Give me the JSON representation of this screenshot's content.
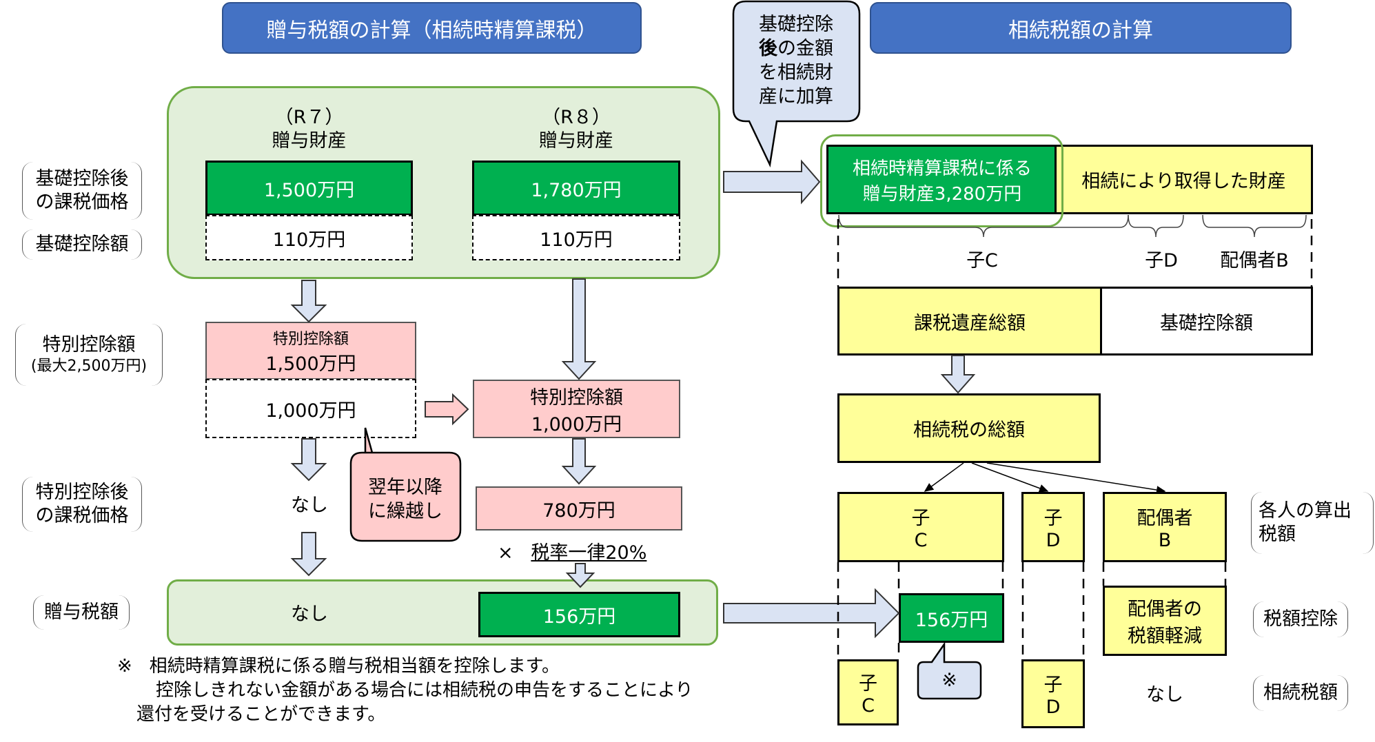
{
  "headers": {
    "gift_tax": "贈与税額の計算（相続時精算課税）",
    "inheritance_tax": "相続税額の計算"
  },
  "left_labels": {
    "after_basic_line1": "基礎控除後",
    "after_basic_line2": "の課税価格",
    "basic_deduction": "基礎控除額",
    "special_line1": "特別控除額",
    "special_line2": "(最大2,500万円)",
    "after_special_line1": "特別控除後",
    "after_special_line2": "の課税価格",
    "gift_tax": "贈与税額"
  },
  "years": [
    {
      "year": "（R７）",
      "label": "贈与財産",
      "taxable": "1,500万円",
      "basic": "110万円"
    },
    {
      "year": "（R８）",
      "label": "贈与財産",
      "taxable": "1,780万円",
      "basic": "110万円"
    }
  ],
  "r7": {
    "special_title": "特別控除額",
    "special_amount": "1,500万円",
    "carry_amount": "1,000万円",
    "after_special": "なし",
    "tax": "なし"
  },
  "carry_bubble": {
    "line1": "翌年以降",
    "line2": "に繰越し"
  },
  "r8": {
    "special_title": "特別控除額",
    "special_amount": "1,000万円",
    "after_special": "780万円",
    "rate_prefix": "×",
    "rate": "税率一律20%",
    "tax": "156万円"
  },
  "note": {
    "mark": "※",
    "line1": "相続時精算課税に係る贈与税相当額を控除します。",
    "line2": "控除しきれない金額がある場合には相続税の申告をすることにより",
    "line3": "還付を受けることができます。"
  },
  "add_bubble": {
    "line1": "基礎控除",
    "line2_bold": "後",
    "line2_rest": "の金額",
    "line3": "を相続財",
    "line4": "産に加算"
  },
  "estate": {
    "gift_line1": "相続時精算課税に係る",
    "gift_line2": "贈与財産3,280万円",
    "inherited": "相続により取得した財産",
    "heirs": [
      "子C",
      "子D",
      "配偶者B"
    ],
    "taxable_total": "課税遺産総額",
    "basic_deduction": "基礎控除額",
    "total_tax": "相続税の総額"
  },
  "individuals": [
    {
      "line1": "子",
      "line2": "C"
    },
    {
      "line1": "子",
      "line2": "D"
    },
    {
      "line1": "配偶者",
      "line2": "B"
    }
  ],
  "right_labels": {
    "computed_line1": "各人の算出",
    "computed_line2": "税額",
    "credit": "税額控除",
    "inheritance_tax": "相続税額"
  },
  "credits": {
    "child_c": "156万円",
    "spouse_line1": "配偶者の",
    "spouse_line2": "税額軽減",
    "note_mark": "※"
  },
  "final": {
    "child_c": {
      "line1": "子",
      "line2": "C"
    },
    "child_d": {
      "line1": "子",
      "line2": "D"
    },
    "spouse": "なし"
  },
  "colors": {
    "header_blue": "#4472c4",
    "green": "#00b050",
    "light_green": "#e2efda",
    "pink": "#ffcccc",
    "yellow": "#ffff99",
    "arrow_blue": "#dae3f3"
  }
}
